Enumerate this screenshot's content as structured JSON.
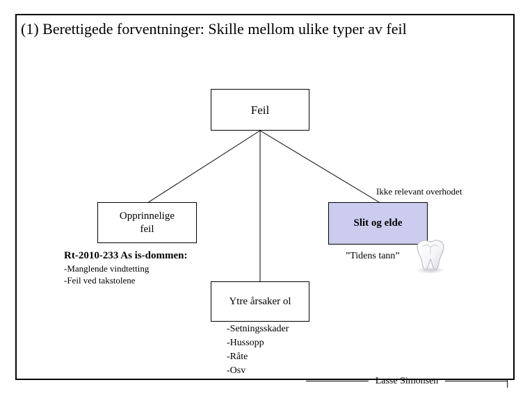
{
  "slide": {
    "title": "(1) Berettigede forventninger: Skille mellom ulike typer av feil",
    "frame_color": "#000000",
    "background": "#ffffff"
  },
  "diagram": {
    "type": "tree",
    "root": {
      "id": "feil",
      "label": "Feil"
    },
    "children": [
      {
        "id": "opprinnelige-feil",
        "label": "Opprinnelige\nfeil",
        "fill": "#ffffff"
      },
      {
        "id": "ytre-arsaker",
        "label": "Ytre årsaker ol",
        "fill": "#ffffff"
      },
      {
        "id": "slit-og-elde",
        "label": "Slit og elde",
        "fill": "#ccccee"
      }
    ]
  },
  "annotations": {
    "ikke_relevant": "Ikke relevant overhodet",
    "tidens_tann": "”Tidens tann”"
  },
  "notes": {
    "left": {
      "heading": "Rt-2010-233 As is-dommen:",
      "items": [
        "-Manglende vindtetting",
        "-Feil ved takstolene"
      ]
    },
    "bottom": {
      "items": [
        "-Setningsskader",
        "-Hussopp",
        "-Råte",
        "-Osv"
      ]
    }
  },
  "footer": {
    "author": "Lasse Simonsen"
  }
}
